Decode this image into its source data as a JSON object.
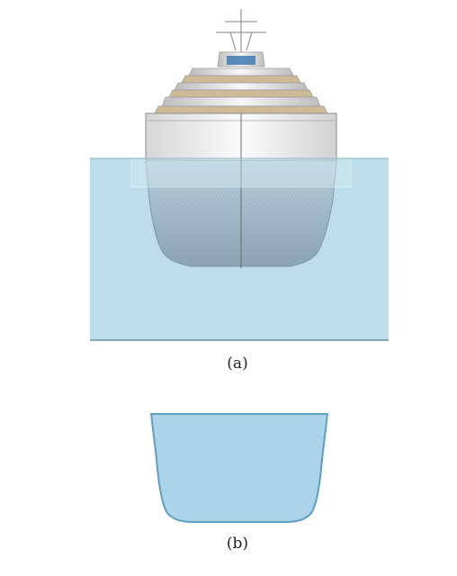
{
  "panels": [
    {
      "id": "a",
      "caption": "(a)"
    },
    {
      "id": "b",
      "caption": "(b)"
    }
  ],
  "colors": {
    "water_fill": "#bcdde9",
    "water_edge": "#86abbb",
    "hull_submerged_fill": "#abd3e9",
    "hull_edge": "#5f9fc3",
    "deck_tan": "#c9b99a",
    "hull_white": "#f1f1f1"
  }
}
